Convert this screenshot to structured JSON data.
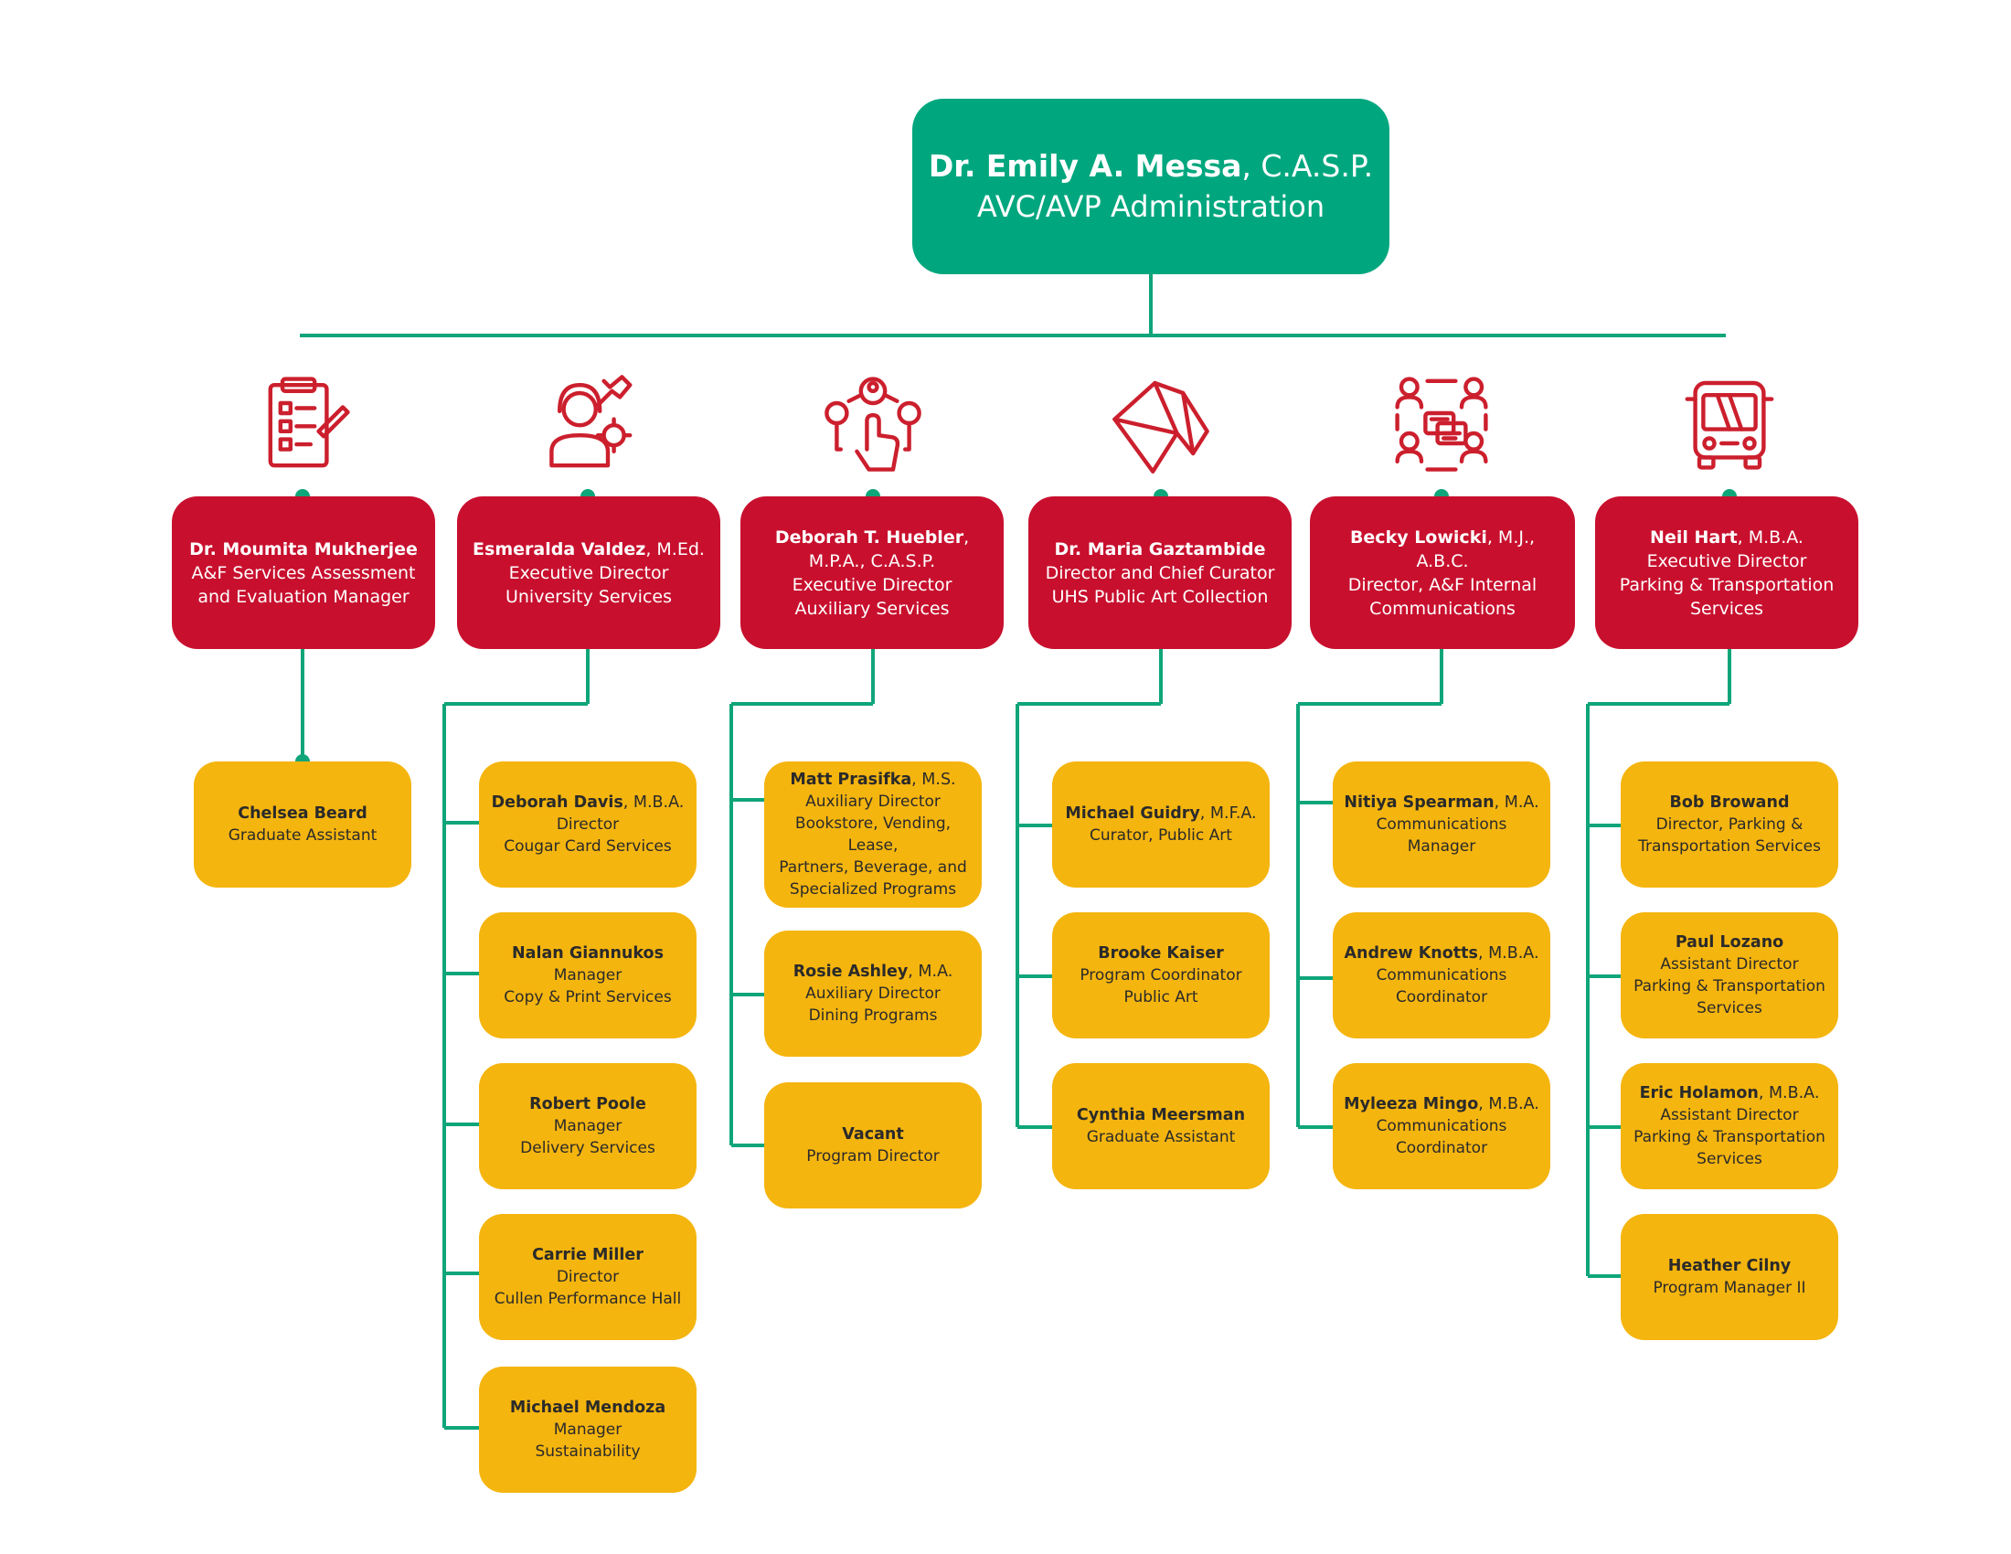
{
  "colors": {
    "top": "#00a77e",
    "head": "#c8102e",
    "staff": "#f5b50f",
    "line": "#0fa57a",
    "icon": "#cc1f2d"
  },
  "top": {
    "name": "Dr. Emily A. Messa",
    "cred": ", C.A.S.P.",
    "title": "AVC/AVP Administration"
  },
  "departments": [
    {
      "icon": "checklist-icon",
      "head": {
        "name": "Dr. Moumita Mukherjee",
        "cred": "",
        "lines": [
          "A&F Services Assessment",
          "and Evaluation Manager"
        ]
      },
      "staff": [
        {
          "name": "Chelsea Beard",
          "cred": "",
          "lines": [
            "Graduate Assistant"
          ]
        }
      ]
    },
    {
      "icon": "technician-icon",
      "head": {
        "name": "Esmeralda Valdez",
        "cred": ", M.Ed.",
        "lines": [
          "Executive Director",
          "University Services"
        ]
      },
      "staff": [
        {
          "name": "Deborah Davis",
          "cred": ", M.B.A.",
          "lines": [
            "Director",
            "Cougar Card Services"
          ]
        },
        {
          "name": "Nalan Giannukos",
          "cred": "",
          "lines": [
            "Manager",
            "Copy & Print Services"
          ]
        },
        {
          "name": "Robert Poole",
          "cred": "",
          "lines": [
            "Manager",
            "Delivery Services"
          ]
        },
        {
          "name": "Carrie Miller",
          "cred": "",
          "lines": [
            "Director",
            "Cullen Performance Hall"
          ]
        },
        {
          "name": "Michael Mendoza",
          "cred": "",
          "lines": [
            "Manager",
            "Sustainability"
          ]
        }
      ]
    },
    {
      "icon": "touch-services-icon",
      "head": {
        "name": "Deborah T. Huebler",
        "cred": ",",
        "lines": [
          "M.P.A., C.A.S.P.",
          "Executive Director",
          "Auxiliary Services"
        ]
      },
      "staff": [
        {
          "name": "Matt Prasifka",
          "cred": ", M.S.",
          "lines": [
            "Auxiliary Director",
            "Bookstore, Vending, Lease,",
            "Partners, Beverage, and",
            "Specialized Programs"
          ]
        },
        {
          "name": "Rosie Ashley",
          "cred": ", M.A.",
          "lines": [
            "Auxiliary Director",
            "Dining Programs"
          ]
        },
        {
          "name": "Vacant",
          "cred": "",
          "lines": [
            "Program Director"
          ]
        }
      ]
    },
    {
      "icon": "public-art-icon",
      "head": {
        "name": "Dr. Maria Gaztambide",
        "cred": "",
        "lines": [
          "Director and Chief Curator",
          "UHS Public Art Collection"
        ]
      },
      "staff": [
        {
          "name": "Michael Guidry",
          "cred": ", M.F.A.",
          "lines": [
            "Curator, Public Art"
          ]
        },
        {
          "name": "Brooke Kaiser",
          "cred": "",
          "lines": [
            "Program Coordinator",
            "Public Art"
          ]
        },
        {
          "name": "Cynthia Meersman",
          "cred": "",
          "lines": [
            "Graduate Assistant"
          ]
        }
      ]
    },
    {
      "icon": "communication-icon",
      "head": {
        "name": "Becky Lowicki",
        "cred": ", M.J., A.B.C.",
        "lines": [
          "Director, A&F Internal",
          "Communications"
        ]
      },
      "staff": [
        {
          "name": "Nitiya Spearman",
          "cred": ", M.A.",
          "lines": [
            "Communications Manager"
          ]
        },
        {
          "name": "Andrew Knotts",
          "cred": ", M.B.A.",
          "lines": [
            "Communications",
            "Coordinator"
          ]
        },
        {
          "name": "Myleeza Mingo",
          "cred": ", M.B.A.",
          "lines": [
            "Communications",
            "Coordinator"
          ]
        }
      ]
    },
    {
      "icon": "bus-icon",
      "head": {
        "name": "Neil Hart",
        "cred": ", M.B.A.",
        "lines": [
          "Executive Director",
          "Parking & Transportation",
          "Services"
        ]
      },
      "staff": [
        {
          "name": "Bob Browand",
          "cred": "",
          "lines": [
            "Director, Parking &",
            "Transportation Services"
          ]
        },
        {
          "name": "Paul Lozano",
          "cred": "",
          "lines": [
            "Assistant Director",
            "Parking & Transportation",
            "Services"
          ]
        },
        {
          "name": "Eric Holamon",
          "cred": ", M.B.A.",
          "lines": [
            "Assistant Director",
            "Parking & Transportation",
            "Services"
          ]
        },
        {
          "name": "Heather Cilny",
          "cred": "",
          "lines": [
            "Program Manager II"
          ]
        }
      ]
    }
  ]
}
